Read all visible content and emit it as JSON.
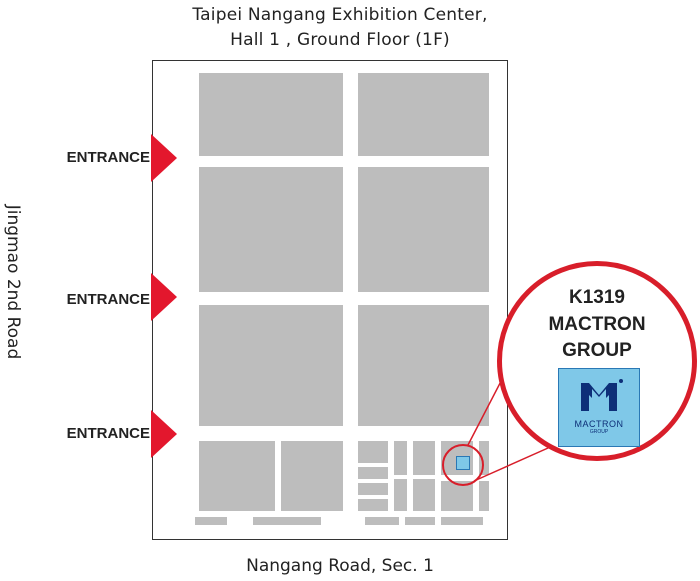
{
  "header": {
    "title_line1": "Taipei Nangang Exhibition Center,",
    "title_line2": "Hall 1 , Ground Floor (1F)"
  },
  "roads": {
    "bottom": "Nangang Road, Sec. 1",
    "left": "Jingmao 2nd Road"
  },
  "entrances": [
    "ENTRANCE",
    "ENTRANCE",
    "ENTRANCE"
  ],
  "booth": {
    "id": "K1319",
    "company_line1": "MACTRON",
    "company_line2": "GROUP",
    "logo_text": "MACTRON",
    "logo_subtext": "GROUP",
    "logo_icon": "mactron-logo-icon"
  },
  "colors": {
    "marker_red": "#d81e2a",
    "entrance_red": "#e3172d",
    "block_gray": "#bdbdbd",
    "logo_blue": "#7fc8e8",
    "logo_navy": "#0d2f78"
  }
}
